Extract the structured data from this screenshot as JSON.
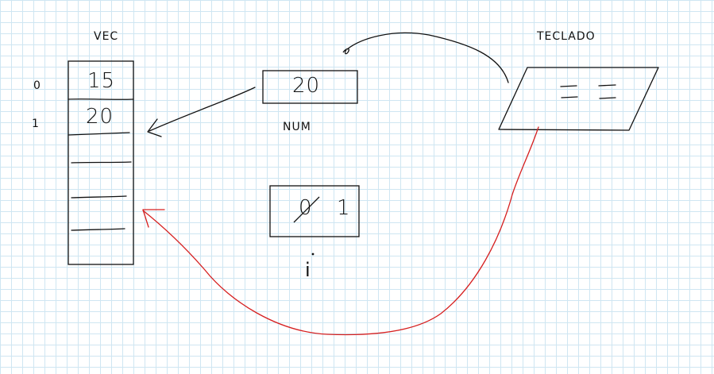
{
  "colors": {
    "ink": "#111111",
    "grid": "#cfe6f2",
    "red": "#d62020"
  },
  "vec": {
    "label": "VEC",
    "indices": [
      "0",
      "1"
    ],
    "cells": [
      "15",
      "20",
      "",
      "",
      "",
      ""
    ]
  },
  "num": {
    "label": "NUM",
    "value": "20"
  },
  "i_var": {
    "label": "i",
    "old_value": "0",
    "value": "1"
  },
  "keyboard": {
    "label": "TECLADO"
  }
}
